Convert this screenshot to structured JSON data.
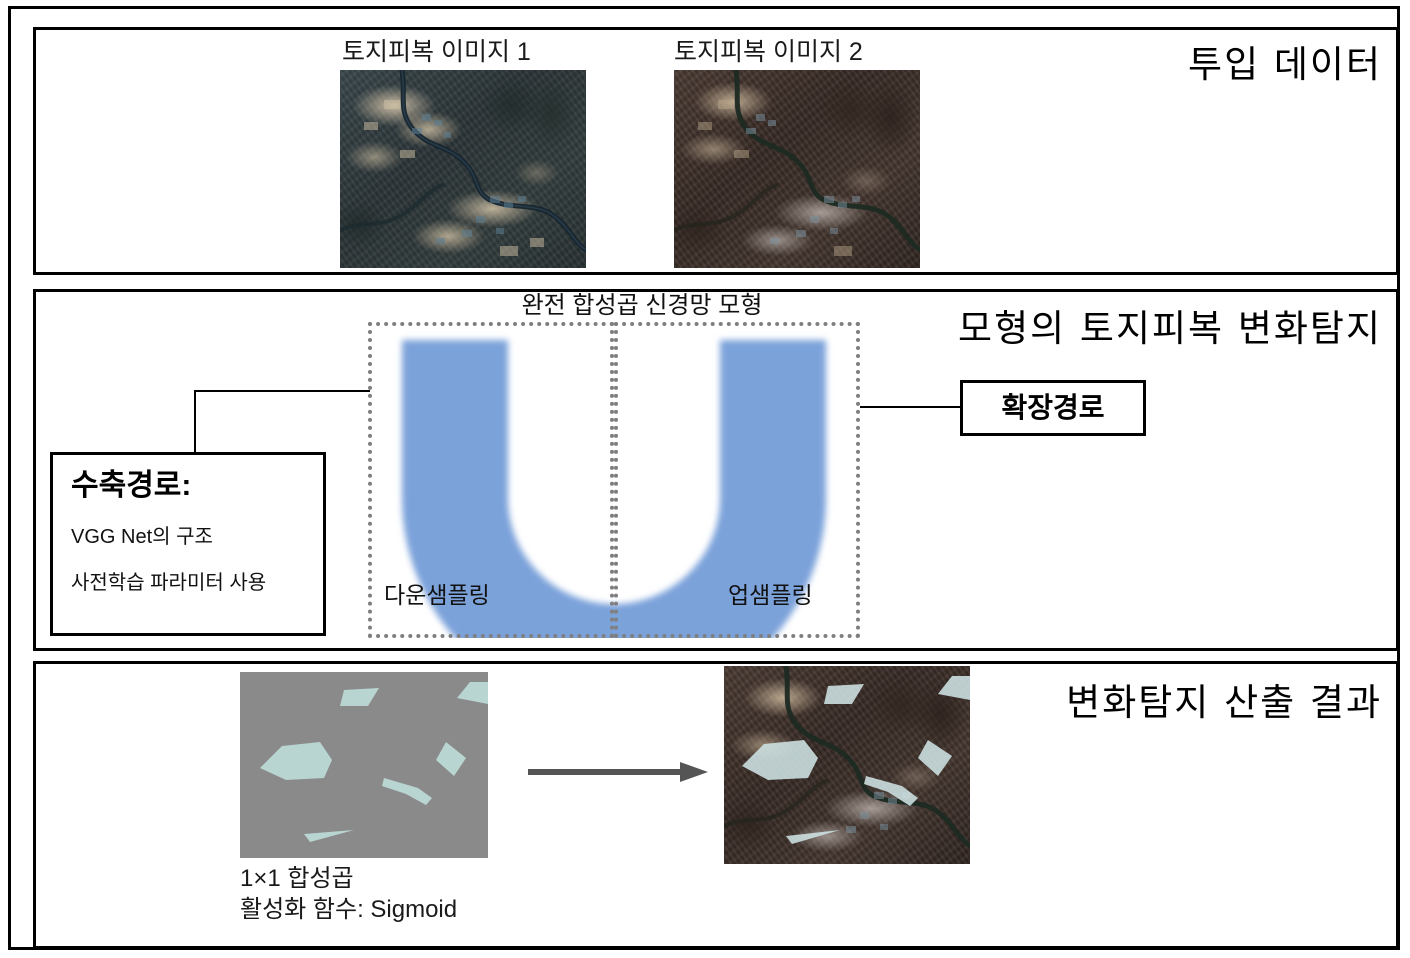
{
  "panels": {
    "input": {
      "title": "투입 데이터",
      "images": [
        {
          "caption": "토지피복 이미지 1",
          "name": "landcover-image-1"
        },
        {
          "caption": "토지피복 이미지 2",
          "name": "landcover-image-2"
        }
      ]
    },
    "model": {
      "title": "모형의 토지피복 변화탐지",
      "subtitle": "완전 합성곱 신경망 모형",
      "downsampling_label": "다운샘플링",
      "upsampling_label": "업샘플링",
      "callout_left": {
        "heading": "수축경로:",
        "line1": "VGG Net의 구조",
        "line2": "사전학습 파라미터 사용"
      },
      "callout_right": {
        "heading": "확장경로"
      },
      "u_color": "#7ba2da",
      "dotted_color": "#7f7f7f"
    },
    "output": {
      "title": "변화탐지 산출 결과",
      "caption": "1×1 합성곱\n활성화 함수: Sigmoid",
      "mask_background": "#8a8a8a",
      "mask_polygon_color": "#b9d5d2",
      "arrow_color": "#555555"
    }
  }
}
